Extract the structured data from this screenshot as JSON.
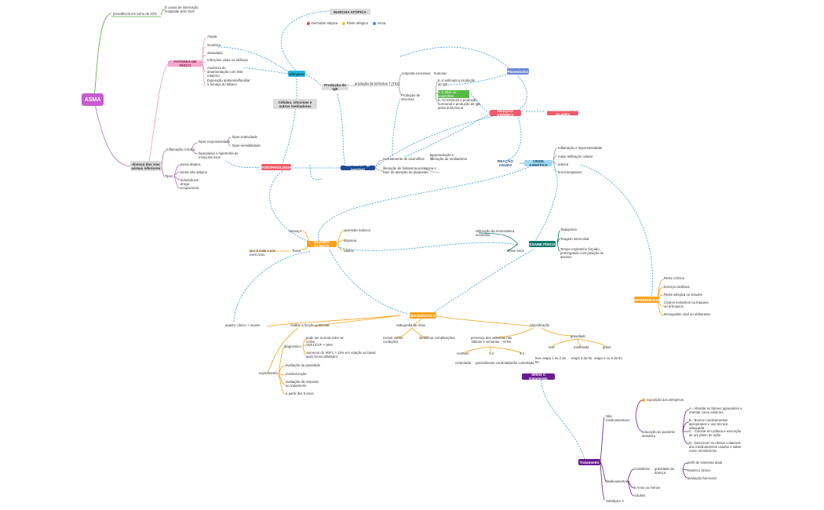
{
  "root": {
    "label": "ASMA"
  },
  "prevalence": {
    "label": "prevalência em torno de 10%",
    "note": "É causa de internação hospitalar pelo SUS"
  },
  "marcha": {
    "title": "MARCHA ATÓPICA",
    "items": [
      {
        "label": "Dermatite atópica",
        "color": "#e64a4a"
      },
      {
        "label": "Rinite alérgica",
        "color": "#e6c229"
      },
      {
        "label": "Asma",
        "color": "#3a8de0"
      }
    ]
  },
  "fatores": {
    "title": "FATORES DE RISCO",
    "items": [
      "Atopia",
      "Genética",
      "obesidade",
      "Infecções virais na infância",
      "Ausência de amamentação com leite materno",
      "Exposição ambiental/familiar à fumaça do tabaco"
    ]
  },
  "alergeno": "Alérgeno",
  "celulas": "Células, citocinas e outros mediadores",
  "producao_ige": {
    "title": "Produção de IgE",
    "sub": "produção de linfócitos T (Th2)"
  },
  "resposta": {
    "label": "resposta excessiva",
    "value": "humoral"
  },
  "citocinas": {
    "label": "Produção de citocinas",
    "items": [
      "IL-4 estimula a produção de IgE",
      "IL-5 ativa os eosinófilos",
      "IL-13 estimula a produção hormonal e produção de IgE pelos linfócitos B"
    ]
  },
  "plasmocitos": "Plasmócitos",
  "reacao_cronica": "REAÇÃO CRÔNICA",
  "remodelamento": "REMODELAMENTO DA VIA AÉREA",
  "doenca": "doença das vias aéreas inferiores",
  "inflamacao": {
    "label": "Inflamação crônica",
    "hiper": "hiper-responsividade",
    "hiper_items": [
      "hiper-reatividade",
      "hiper-sensibilidade"
    ],
    "hipertrofia": "hiperplasia e hipertrofia de músculos lisos"
  },
  "tipos": {
    "label": "Tipos",
    "items": [
      "asma atópica",
      "asma não atópica",
      "induzida por droga",
      "ocupacional"
    ]
  },
  "fisiopatologia": "FISIOPATOLOGIA",
  "mastocitos": "MASTÓCITOS + IgE (superfície)",
  "recrutamento": "recrutamento de eosinófilos",
  "liberacao": "liberação de histamina,serotonina e fator de ativação de plaquetas",
  "degranulacao": "Degranulação e liberação de mediadores",
  "reacao_aguda": "REAÇÃO AGUDA",
  "crise": "CRISE ASMÁTICA",
  "crise_items": [
    "Inflamação e hiperreatividade",
    "maior infiltração celular",
    "edema",
    "broncoespasmo"
  ],
  "quadro": {
    "title": "QUADRO CLÍNICO",
    "items": [
      "opressão torácica",
      "dispneia",
      "Sibilos",
      "cansaço",
      "Tosse",
      "pior à noite e pós exercícios"
    ]
  },
  "exame": {
    "title": "EXAME FÍSICO",
    "items": [
      "Taquipneia",
      "Tiragem intercostal",
      "Tempo expiratório forçado, prolongando com posição de assovio"
    ],
    "tosse": "Tosse seca",
    "musculatura": "Utilização da musculatura acessória"
  },
  "diferenciais": {
    "title": "DIFERENCIAIS",
    "items": [
      "Rinite crônica",
      "Doença cardíaca",
      "Rinite alérgica ou sinusite",
      "Corpos estranhos na traqueia ou brônquios",
      "Bronquiolite viral ou obliterante"
    ]
  },
  "diagnostico": {
    "title": "DIAGNÓSTICO",
    "quadro": "quadro clínico + exame",
    "funcao": "Avaliar a função pulmonar",
    "radiografia": "radiografia de tórax",
    "rad_items": [
      "excluir outras condições",
      "identificar complicações"
    ],
    "classificacao": "Classificação"
  },
  "espirometria": {
    "label": "espirometria",
    "diag": "diagnóstico",
    "diag_items": [
      "pode ser normal entre as crises",
      "VEF1/CVF < 90%",
      "Aumento do VEF1 > 12% em relação ao basal após broncodilatador"
    ],
    "items": [
      "avaliação da gravidade",
      "monitorização",
      "avaliação da resposta ao tratamento",
      "a partir dos 5 anos"
    ]
  },
  "controle": {
    "title": "presença dos sintomas nas últimas 4 semanas – GINA",
    "levels": [
      "nenhum",
      "1-2",
      "3-4"
    ],
    "results": [
      "controlada",
      "parcialmente controlada",
      "não controlada"
    ]
  },
  "gravidade": {
    "title": "gravidade",
    "levels": [
      "leve",
      "moderada",
      "grave"
    ],
    "steps": [
      "leve etapa 1 ou 2 da tto",
      "etapa 3 da tto",
      "etapa 4 ou 5 da tto"
    ]
  },
  "define": "define o tratamento",
  "tratamento": {
    "title": "Tratamento",
    "nao_med": "Não medicamentoso",
    "exposicao": "exposição aos alérgenos",
    "educacao": "educação do paciente asmático",
    "edu_items": [
      "A - Abordar os fatores agravantes e orientar como evitá-los",
      "B - Buscar medicamentos apropriados e uso técnica adequada",
      "C - Colocar em prática a execução de um plano de ação",
      "D - Descrever os efeitos colaterais dos medicamentos usados e saber como minimizá-los"
    ],
    "medicamentoso": "Medicamentoso",
    "consider": "considerar",
    "grav_doenca": "gravidade da doença",
    "grav_items": [
      "perfil de sintomas atual",
      "histórico clínico",
      "avaliação funcional"
    ],
    "cinco_anos": "5 Anos ou menos",
    "adultos": "Adultos",
    "subtopico": "Subtópico 3"
  }
}
